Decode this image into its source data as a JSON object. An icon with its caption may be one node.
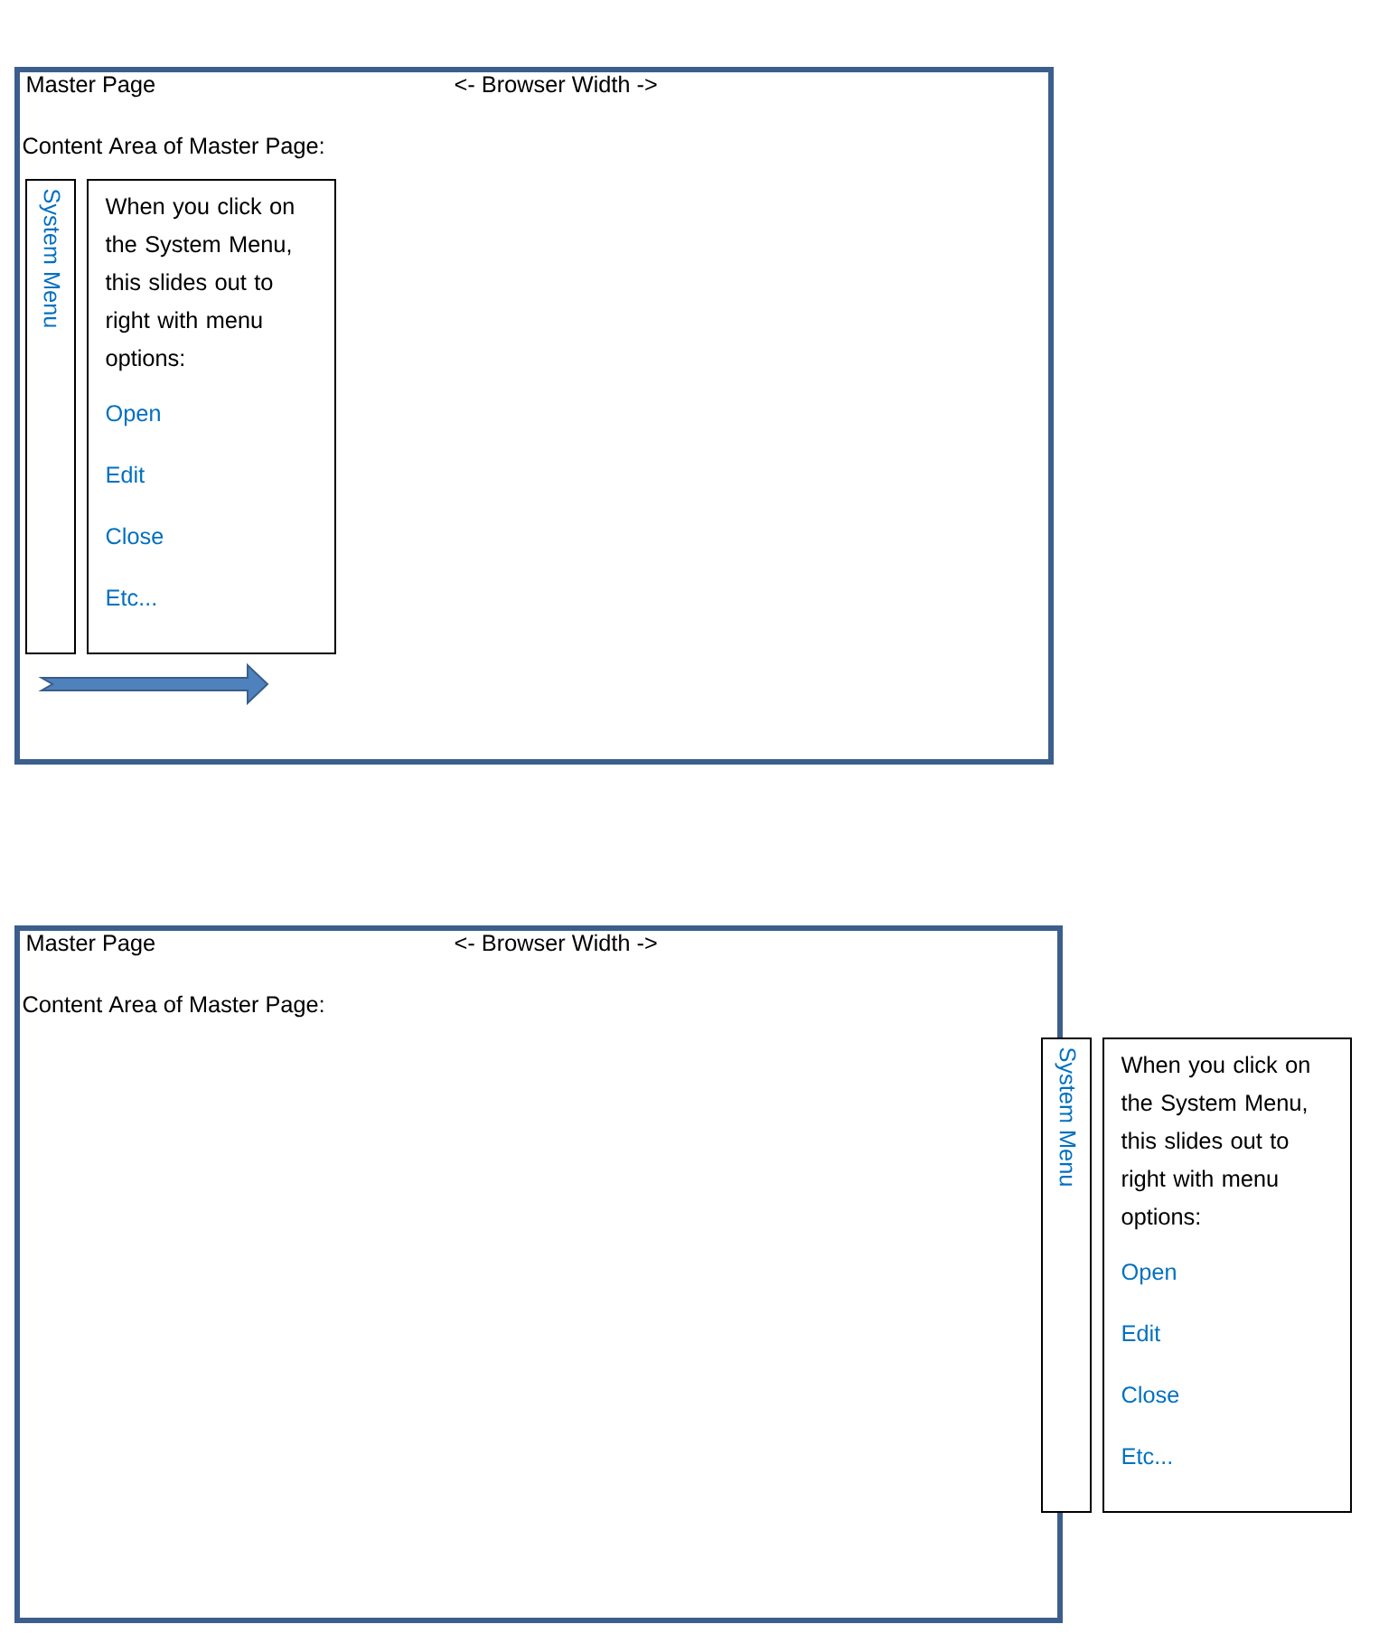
{
  "diagram": {
    "nodes": [
      {
        "text": [
          "Master Page",
          "<- Browser Width ->",
          "Content Area of Master Page:"
        ]
      },
      {
        "text": [
          "System Menu"
        ],
        "in": 0
      },
      {
        "text": [
          "When you click on the System Menu, this slides out to right with menu options:",
          "Open",
          "Edit",
          "Close",
          "Etc..."
        ],
        "in": 0
      },
      {
        "text": [
          "Master Page",
          "<- Browser Width ->",
          "Content Area of Master Page:"
        ]
      },
      {
        "text": [
          "System Menu"
        ]
      },
      {
        "text": [
          "When you click on the System Menu, this slides out to right with menu options:",
          "Open",
          "Edit",
          "Close",
          "Etc..."
        ]
      }
    ]
  }
}
